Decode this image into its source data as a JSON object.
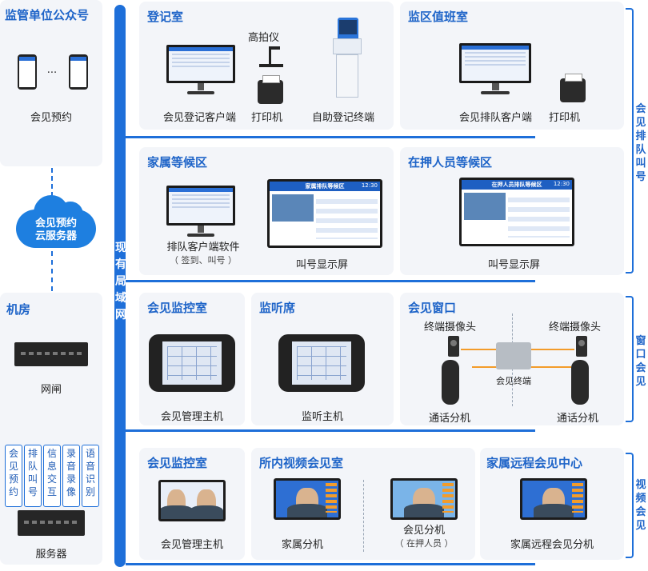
{
  "bus": {
    "label": "现有局域网"
  },
  "left": {
    "wechat": {
      "title": "监管单位公众号",
      "ellipsis": "···",
      "caption": "会见预约"
    },
    "cloud": {
      "line1": "会见预约",
      "line2": "云服务器"
    },
    "machine_room": {
      "title": "机房",
      "gateway": "网闸",
      "modules": [
        "会见预约",
        "排队叫号",
        "信息交互",
        "录音录像",
        "语音识别"
      ],
      "server": "服务器"
    }
  },
  "panels": {
    "registration": {
      "title": "登记室",
      "camera": "高拍仪",
      "client": "会见登记客户端",
      "printer": "打印机",
      "kiosk": "自助登记终端"
    },
    "duty": {
      "title": "监区值班室",
      "client": "会见排队客户端",
      "printer": "打印机"
    },
    "family_wait": {
      "title": "家属等候区",
      "software": "排队客户端软件",
      "software_sub": "（ 签到、叫号 ）",
      "display": "叫号显示屏",
      "screen_title": "家属排队等候区",
      "screen_time": "12:30"
    },
    "detainee_wait": {
      "title": "在押人员等候区",
      "display": "叫号显示屏",
      "screen_title": "在押人员排队等候区",
      "screen_time": "12:30"
    },
    "monitor_room": {
      "title": "会见监控室",
      "device": "会见管理主机"
    },
    "listen": {
      "title": "监听席",
      "device": "监听主机"
    },
    "window": {
      "title": "会见窗口",
      "cam_left": "终端摄像头",
      "cam_right": "终端摄像头",
      "terminal": "会见终端",
      "phone_left": "通话分机",
      "phone_right": "通话分机"
    },
    "monitor_room2": {
      "title": "会见监控室",
      "device": "会见管理主机"
    },
    "video_room": {
      "title": "所内视频会见室",
      "family": "家属分机",
      "detainee": "会见分机",
      "detainee_sub": "（ 在押人员 ）"
    },
    "remote": {
      "title": "家属远程会见中心",
      "device": "家属远程会见分机"
    }
  },
  "right_labels": {
    "queue": "会见排队叫号",
    "window": "窗口会见",
    "video": "视频会见"
  }
}
